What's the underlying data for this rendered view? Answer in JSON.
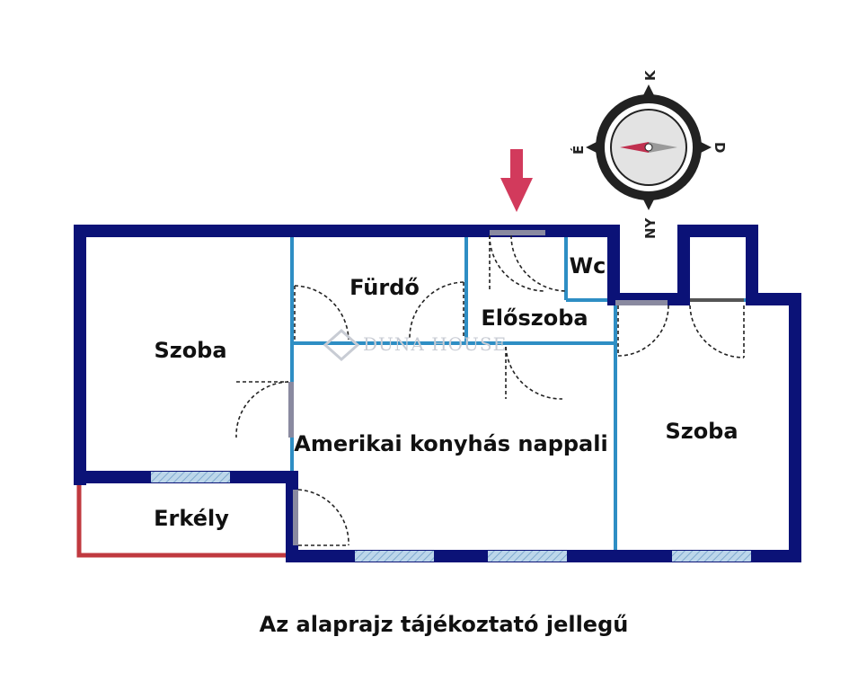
{
  "rooms": {
    "room_left": "Szoba",
    "bathroom": "Fürdő",
    "wc": "Wc",
    "hall": "Előszoba",
    "living": "Amerikai konyhás nappali",
    "room_right": "Szoba",
    "balcony": "Erkély"
  },
  "compass": {
    "north": "K",
    "east": "D",
    "south": "NY",
    "west": "É"
  },
  "watermark": "DUNA HOUSE",
  "caption": "Az alaprajz tájékoztató jellegű",
  "colors": {
    "outer_wall": "#0b1277",
    "inner_wall": "#2e8ec4",
    "window": "#a9c7e0",
    "balcony_rail": "#c0393f",
    "entrance_arrow": "#d23a5c"
  }
}
